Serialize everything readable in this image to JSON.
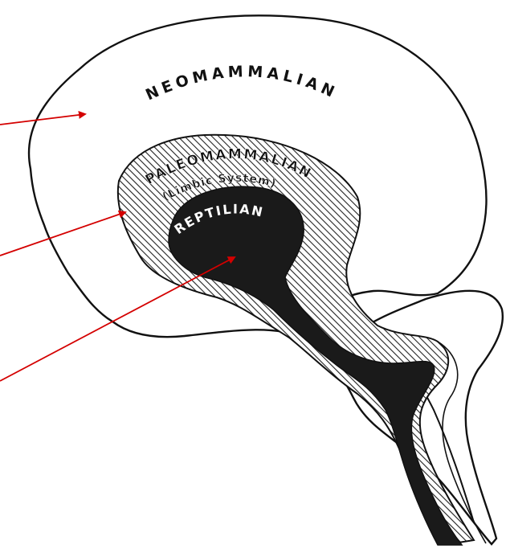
{
  "diagram": {
    "labels": {
      "neomammalian": "NEOMAMMALIAN",
      "paleomammalian": "PALEOMAMMALIAN",
      "limbic": "(Limbic System)",
      "reptilian": "REPTILIAN"
    },
    "colors": {
      "outline": "#111111",
      "fill_dark": "#1a1a1a",
      "hatch": "#222222",
      "arrow": "#d40000",
      "background": "#ffffff"
    }
  }
}
